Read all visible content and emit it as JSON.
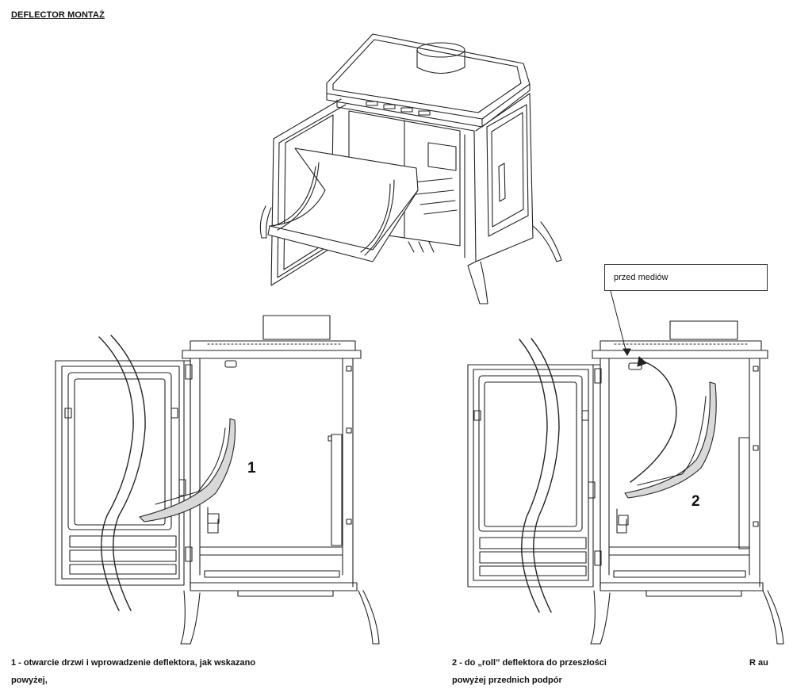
{
  "document": {
    "title": "DEFLECTOR MONTAŻ",
    "figure_labels": {
      "step_one": "1",
      "step_two": "2"
    },
    "callout": "przed mediów",
    "captions": {
      "step_one_line1": "1 - otwarcie drzwi i wprowadzenie deflektora, jak wskazano",
      "step_one_line2": "powyżej,",
      "step_two_line1": "2 - do „roll” deflektora do przeszłości",
      "step_two_line2": "powyżej przednich podpór",
      "side_note": "R au"
    }
  }
}
